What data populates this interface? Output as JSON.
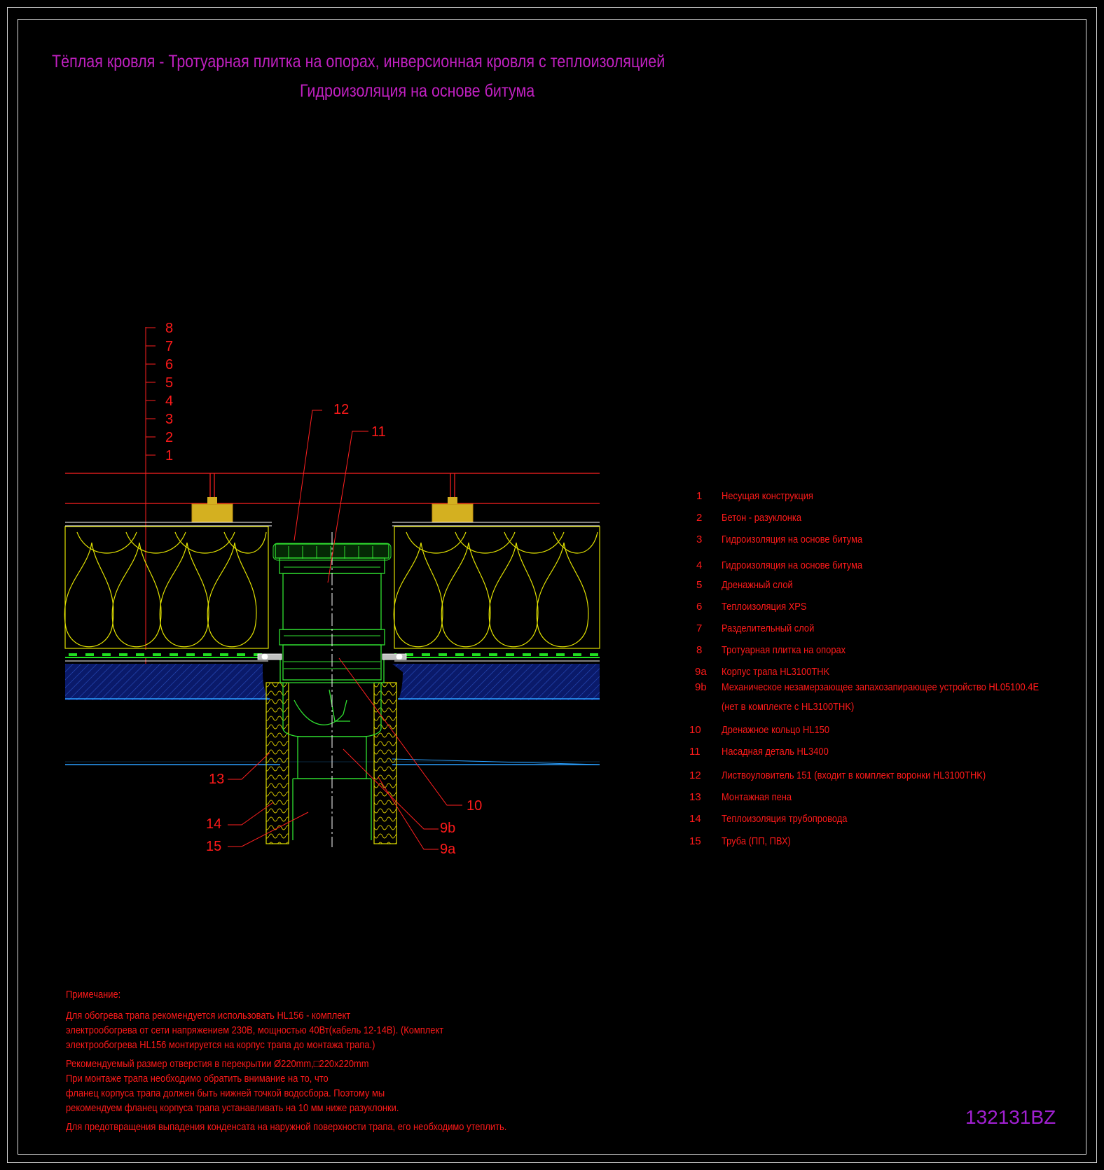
{
  "title": {
    "line1": "Тёплая кровля - Тротуарная плитка на опорах, инверсионная кровля с теплоизоляцией",
    "line2": "Гидроизоляция на основе битума"
  },
  "layer_callouts": [
    "8",
    "7",
    "6",
    "5",
    "4",
    "3",
    "2",
    "1"
  ],
  "component_callouts": {
    "c12": "12",
    "c11": "11",
    "c13": "13",
    "c14": "14",
    "c15": "15",
    "c10": "10",
    "c9b": "9b",
    "c9a": "9a"
  },
  "legend": [
    {
      "num": "1",
      "text": "Несущая конструкция"
    },
    {
      "num": "2",
      "text": "Бетон - разуклонка"
    },
    {
      "num": "3",
      "text": "Гидроизоляция на основе битума"
    },
    {
      "num": "4",
      "text": "Гидроизоляция на основе битума"
    },
    {
      "num": "5",
      "text": "Дренажный слой"
    },
    {
      "num": "6",
      "text": "Теплоизоляция XPS"
    },
    {
      "num": "7",
      "text": "Разделительный слой"
    },
    {
      "num": "8",
      "text": "Тротуарная плитка на опорах"
    },
    {
      "num": "9a",
      "text": "Корпус трапа HL3100THK"
    },
    {
      "num": "9b",
      "text": "Механическое незамерзающее запахозапирающее устройство HL05100.4E"
    },
    {
      "num": "",
      "text": "(нет в комплекте с HL3100THK)"
    },
    {
      "num": "10",
      "text": "Дренажное кольцо HL150"
    },
    {
      "num": "11",
      "text": "Насадная деталь HL3400"
    },
    {
      "num": "12",
      "text": "Листвоуловитель 151 (входит в комплект воронки HL3100THK)"
    },
    {
      "num": "13",
      "text": "Монтажная пена"
    },
    {
      "num": "14",
      "text": "Теплоизоляция трубопровода"
    },
    {
      "num": "15",
      "text": "Труба (ПП, ПВХ)"
    }
  ],
  "notes": {
    "heading": "Примечание:",
    "lines": [
      "Для обогрева трапа рекомендуется использовать HL156 - комплект",
      "электрообогрева от сети напряжением 230В, мощностью 40Вт(кабель 12-14В). (Комплект",
      "электрообогрева HL156 монтируется на корпус трапа до монтажа трапа.)",
      "Рекомендуемый размер отверстия в перекрытии Ø220mm,□220x220mm",
      "При монтаже трапа необходимо обратить внимание на то, что",
      "фланец корпуса трапа должен быть нижней точкой водосбора. Поэтому мы",
      "рекомендуем фланец корпуса трапа устанавливать на 10 мм ниже разуклонки.",
      "Для предотвращения выпадения конденсата на наружной поверхности трапа, его необходимо утеплить."
    ]
  },
  "drawing_code": "132131BZ",
  "colors": {
    "title": "#c020c0",
    "text": "#ff1a1a",
    "insulation": "#e0e000",
    "drain": "#20e020",
    "concrete": "#1030a0",
    "line": "#ff2020",
    "background": "#000000"
  }
}
